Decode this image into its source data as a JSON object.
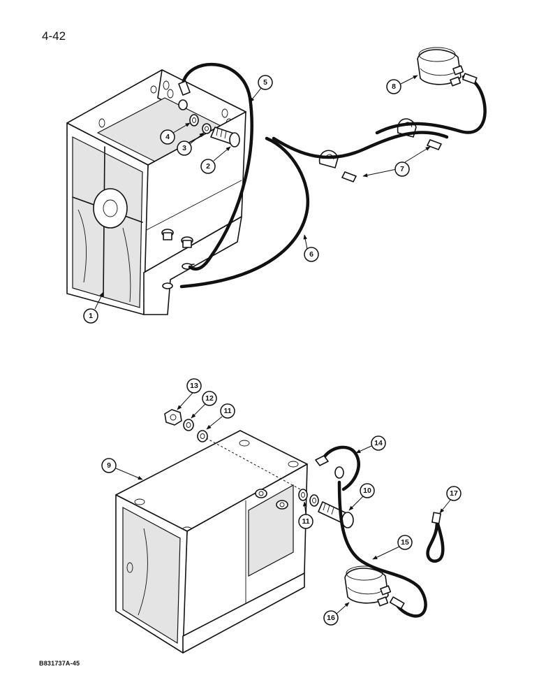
{
  "page_number": "4-42",
  "drawing_code": "B831737A-45",
  "callouts": {
    "c1": "1",
    "c2": "2",
    "c3": "3",
    "c4": "4",
    "c5": "5",
    "c6": "6",
    "c7": "7",
    "c8": "8",
    "c9": "9",
    "c10": "10",
    "c11a": "11",
    "c11b": "11",
    "c12": "12",
    "c13": "13",
    "c14": "14",
    "c15": "15",
    "c16": "16",
    "c17": "17"
  }
}
